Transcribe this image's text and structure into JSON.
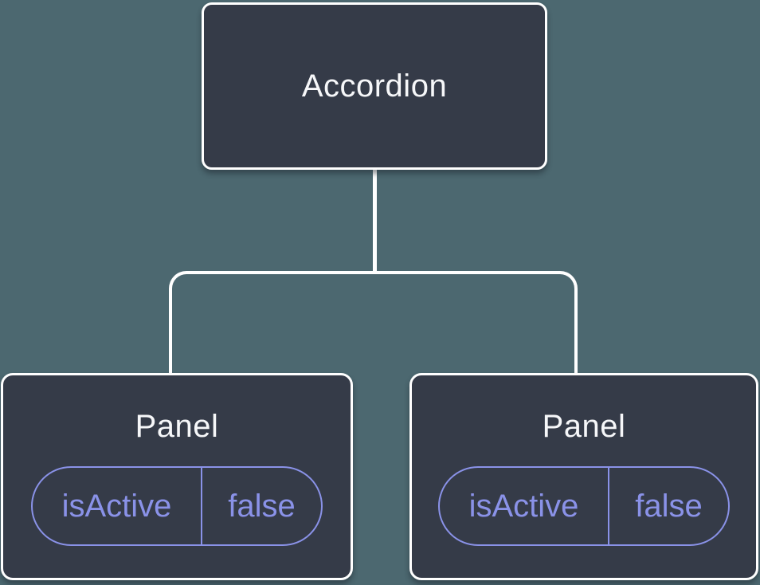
{
  "colors": {
    "background": "#4C6870",
    "node_fill": "#353B48",
    "node_border": "#FFFFFF",
    "node_text": "#F6F7F9",
    "connector": "#FFFFFF",
    "state_accent": "#8A92E8"
  },
  "tree": {
    "root": {
      "label": "Accordion"
    },
    "children": [
      {
        "label": "Panel",
        "state": {
          "key": "isActive",
          "value": "false"
        }
      },
      {
        "label": "Panel",
        "state": {
          "key": "isActive",
          "value": "false"
        }
      }
    ]
  }
}
